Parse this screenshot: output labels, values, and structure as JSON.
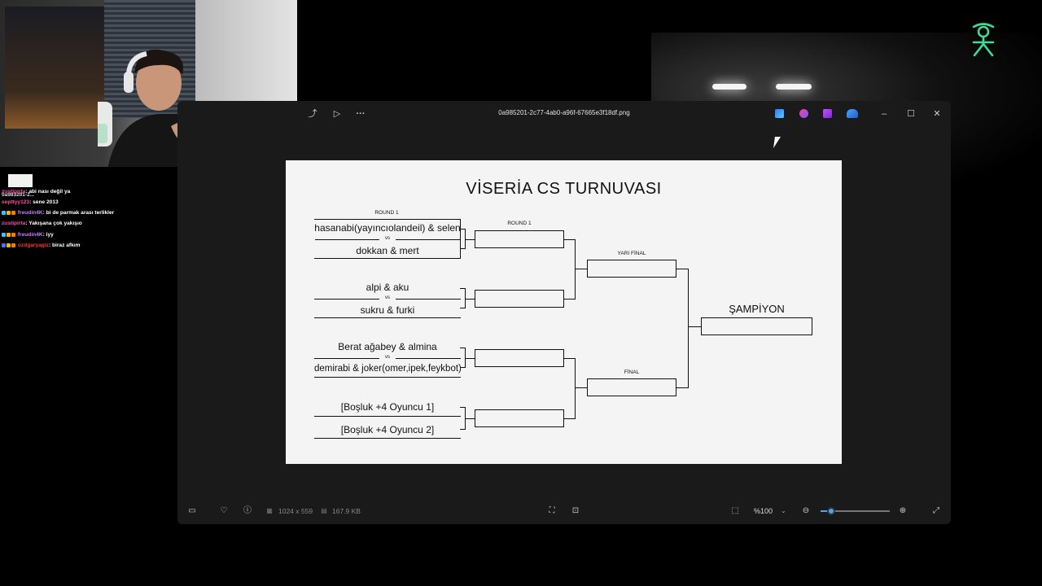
{
  "window": {
    "filename": "0a985201-2c77-4ab0-a96f-67665e3f18df.png",
    "dimensions": "1024 x 559",
    "file_size": "167.9 KB",
    "zoom": "%100"
  },
  "chat": {
    "overlay_tag": "0a983201-2...",
    "messages": [
      {
        "user": "zustipirta",
        "text": ": abi nası değil ya",
        "color": "#ff4da6"
      },
      {
        "user": "septtyy123",
        "text": ": sene 2013",
        "color": "#ff4da6"
      },
      {
        "user": "freudin4K",
        "text": ": bi de parmak arası terlikler",
        "color": "#c77dff"
      },
      {
        "user": "zustipirta",
        "text": ": Yakışana çok yakışıo",
        "color": "#ff4da6"
      },
      {
        "user": "freudin4K",
        "text": ": iyy",
        "color": "#c77dff"
      },
      {
        "user": "ozdgaryagiz",
        "text": ": biraz afkım",
        "color": "#ff3333"
      }
    ]
  },
  "bracket": {
    "title": "VİSERİA CS TURNUVASI",
    "round1_label": "ROUND 1",
    "round1b_label": "ROUND 1",
    "semi_label": "YARI FİNAL",
    "final_label": "FİNAL",
    "champion_label": "ŞAMPİYON",
    "vs": "vs",
    "matches": [
      {
        "team1": "hasanabi(yayıncıolandeil) & selen",
        "team2": "dokkan & mert"
      },
      {
        "team1": "alpi & aku",
        "team2": "sukru & furki"
      },
      {
        "team1": "Berat ağabey & almina",
        "team2": "demirabi & joker(omer,ipek,feykbot)"
      },
      {
        "team1": "[Boşluk +4 Oyuncu 1]",
        "team2": "[Boşluk +4 Oyuncu 2]"
      }
    ]
  },
  "colors": {
    "accent": "#4aa3ff",
    "logo": "#3ddc97"
  }
}
